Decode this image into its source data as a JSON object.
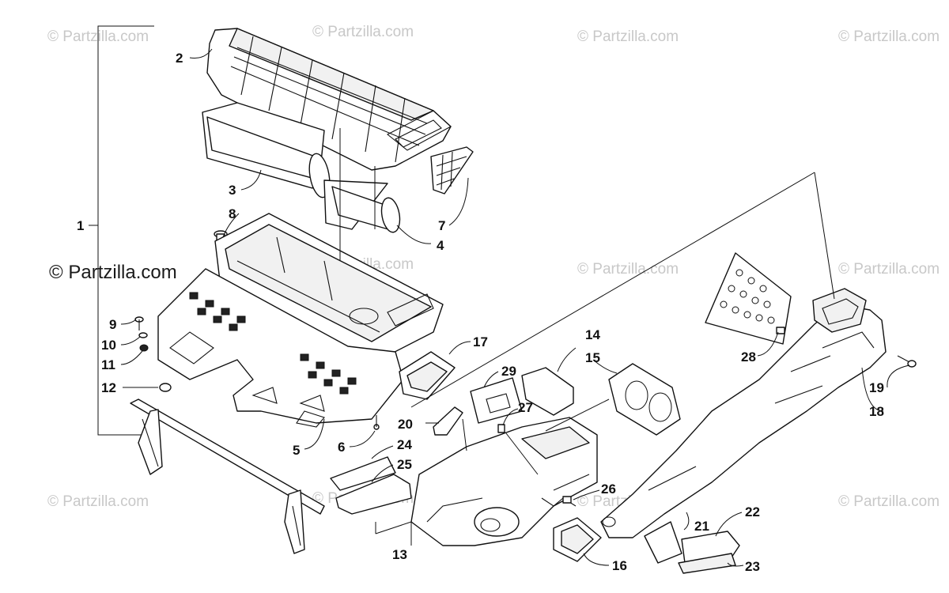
{
  "watermarks": [
    {
      "text": "© Partzilla.com",
      "style": "light"
    },
    {
      "text": "© Partzilla.com",
      "style": "light"
    },
    {
      "text": "© Partzilla.com",
      "style": "light"
    },
    {
      "text": "© Partzilla.com",
      "style": "light"
    },
    {
      "text": "© Partzilla.com",
      "style": "dark"
    },
    {
      "text": "© Partzilla.com",
      "style": "light"
    },
    {
      "text": "© Partzilla.com",
      "style": "light"
    },
    {
      "text": "© Partzilla.com",
      "style": "light"
    },
    {
      "text": "© Partzilla.com",
      "style": "light"
    },
    {
      "text": "© Partzilla.com",
      "style": "light"
    },
    {
      "text": "© Partzilla.com",
      "style": "light"
    },
    {
      "text": "© Partzilla.com",
      "style": "light"
    }
  ],
  "callouts": {
    "c1": "1",
    "c2": "2",
    "c3": "3",
    "c4": "4",
    "c5": "5",
    "c6": "6",
    "c7": "7",
    "c8": "8",
    "c9": "9",
    "c10": "10",
    "c11": "11",
    "c12": "12",
    "c13": "13",
    "c14": "14",
    "c15": "15",
    "c16": "16",
    "c17": "17",
    "c18": "18",
    "c19": "19",
    "c20": "20",
    "c21": "21",
    "c22": "22",
    "c23": "23",
    "c24": "24",
    "c25": "25",
    "c26": "26",
    "c27": "27",
    "c28": "28",
    "c29": "29"
  }
}
